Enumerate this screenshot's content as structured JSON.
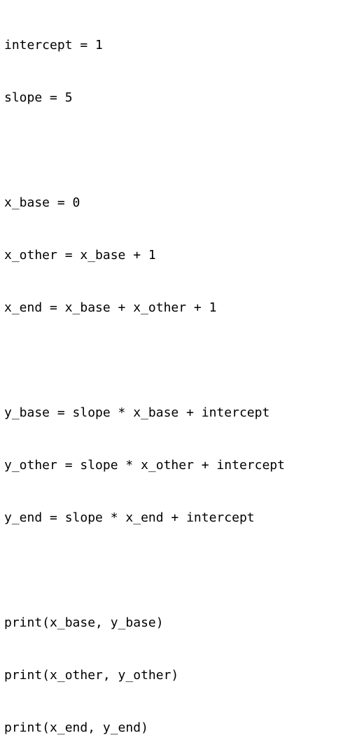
{
  "code": {
    "lines": [
      "intercept = 1",
      "slope = 5",
      "",
      "x_base = 0",
      "x_other = x_base + 1",
      "x_end = x_base + x_other + 1",
      "",
      "y_base = slope * x_base + intercept",
      "y_other = slope * x_other + intercept",
      "y_end = slope * x_end + intercept",
      "",
      "print(x_base, y_base)",
      "print(x_other, y_other)",
      "print(x_end, y_end)"
    ]
  }
}
